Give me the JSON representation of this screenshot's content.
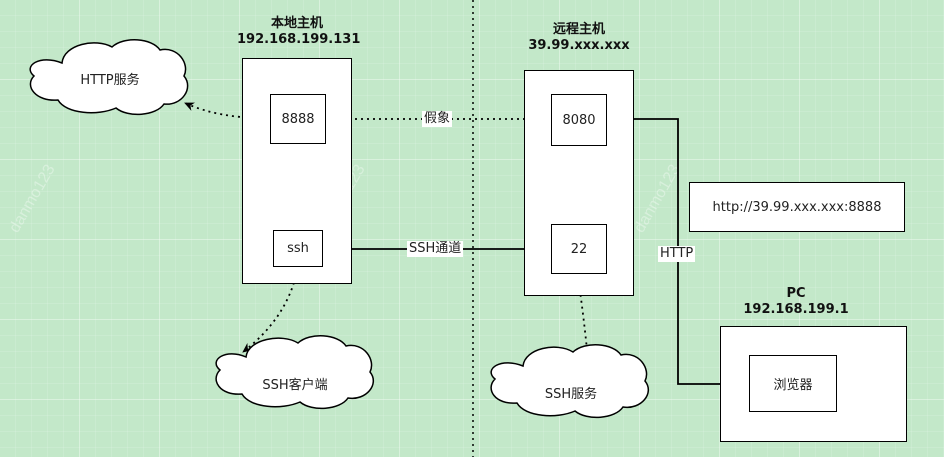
{
  "local_host": {
    "title": "本地主机",
    "ip": "192.168.199.131",
    "port_node": "8888",
    "ssh_node": "ssh"
  },
  "remote_host": {
    "title": "远程主机",
    "ip": "39.99.xxx.xxx",
    "port_node": "8080",
    "ssh_node": "22"
  },
  "pc": {
    "title": "PC",
    "ip": "192.168.199.1",
    "browser": "浏览器"
  },
  "clouds": {
    "http_service": "HTTP服务",
    "ssh_client": "SSH客户端",
    "ssh_service": "SSH服务"
  },
  "edges": {
    "fake": "假象",
    "ssh_tunnel": "SSH通道",
    "http": "HTTP"
  },
  "url": "http://39.99.xxx.xxx:8888",
  "watermark": "danmo123",
  "colors": {
    "background": "#c3e8c9",
    "line": "#000000"
  }
}
